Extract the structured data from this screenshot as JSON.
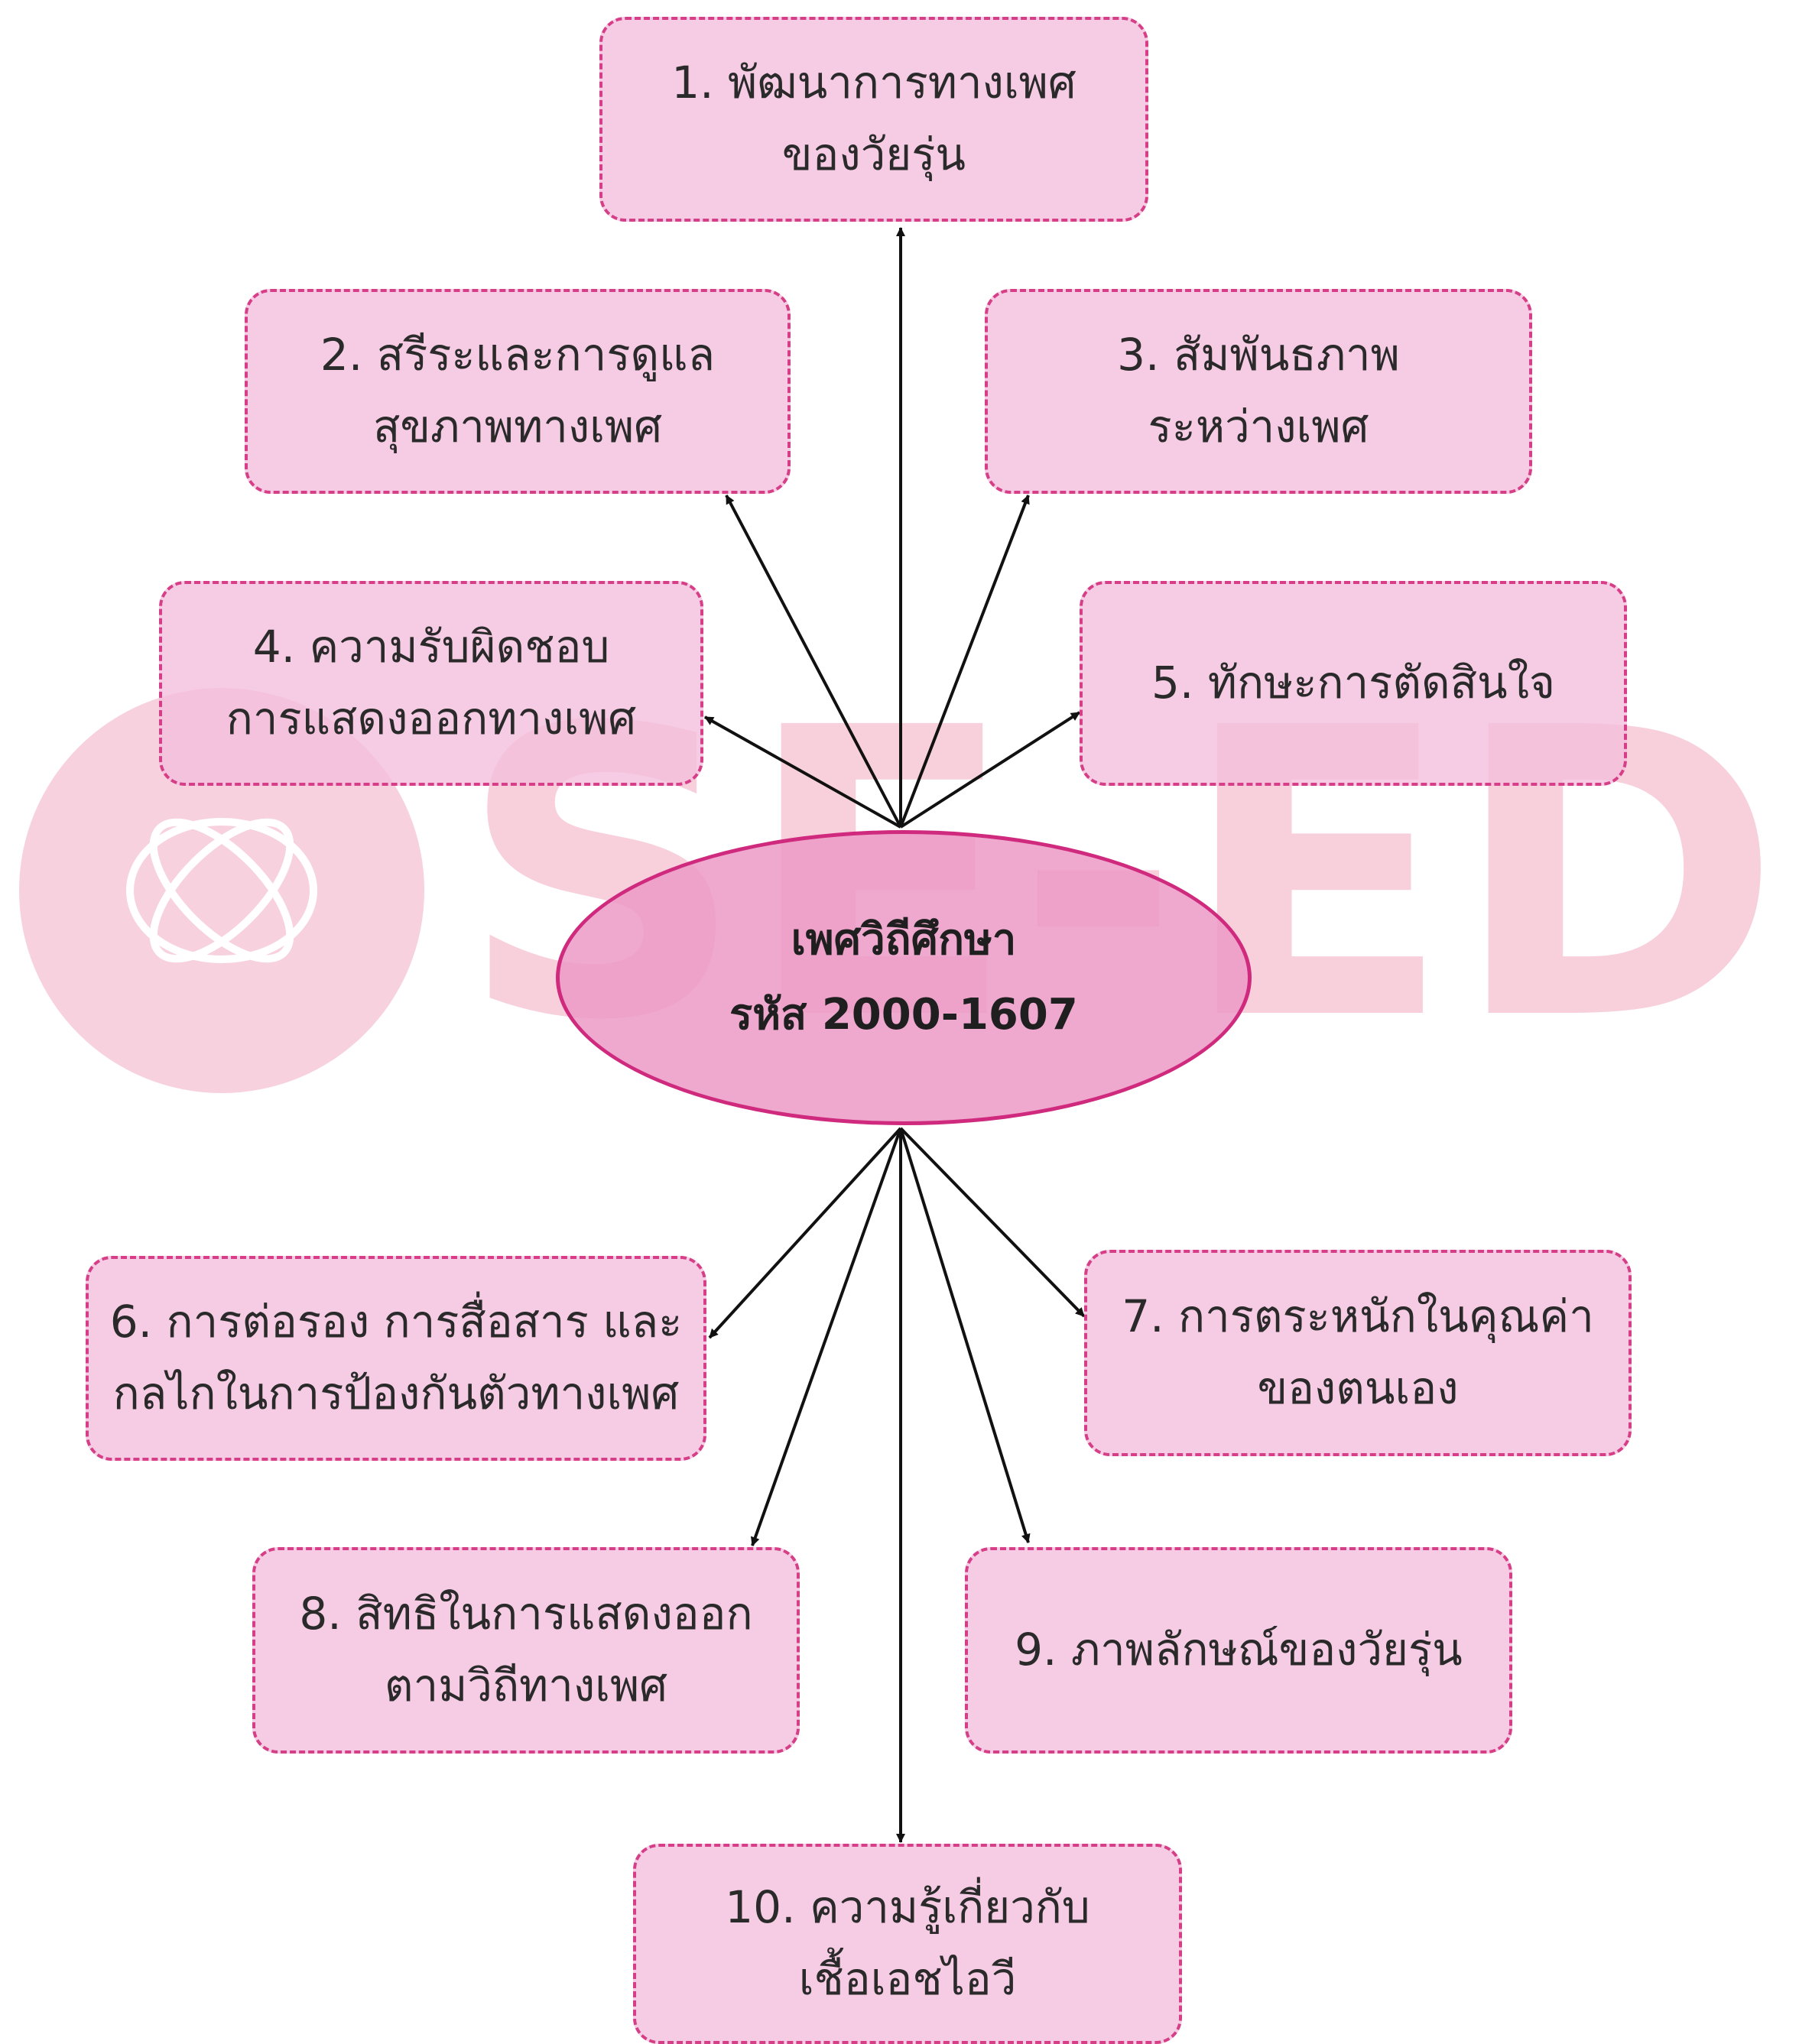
{
  "watermark": {
    "text": "SE-ED",
    "color": "#f7c7d6"
  },
  "center": {
    "title": "เพศวิถีศึกษา",
    "code": "รหัส 2000-1607"
  },
  "topics": [
    {
      "label": "1. พัฒนาการทางเพศ\nของวัยรุ่น"
    },
    {
      "label": "2. สรีระและการดูแล\nสุขภาพทางเพศ"
    },
    {
      "label": "3. สัมพันธภาพ\nระหว่างเพศ"
    },
    {
      "label": "4. ความรับผิดชอบ\nการแสดงออกทางเพศ"
    },
    {
      "label": "5. ทักษะการตัดสินใจ"
    },
    {
      "label": "6. การต่อรอง การสื่อสาร และ\nกลไกในการป้องกันตัวทางเพศ"
    },
    {
      "label": "7. การตระหนักในคุณค่า\nของตนเอง"
    },
    {
      "label": "8. สิทธิในการแสดงออก\nตามวิถีทางเพศ"
    },
    {
      "label": "9. ภาพลักษณ์ของวัยรุ่น"
    },
    {
      "label": "10. ความรู้เกี่ยวกับ\nเชื้อเอชไอวี"
    }
  ],
  "colors": {
    "node_fill": "#f3bedc",
    "node_border": "#d63f88",
    "center_fill": "#ec96c4",
    "center_border": "#cf2a7d",
    "arrow": "#111111"
  }
}
